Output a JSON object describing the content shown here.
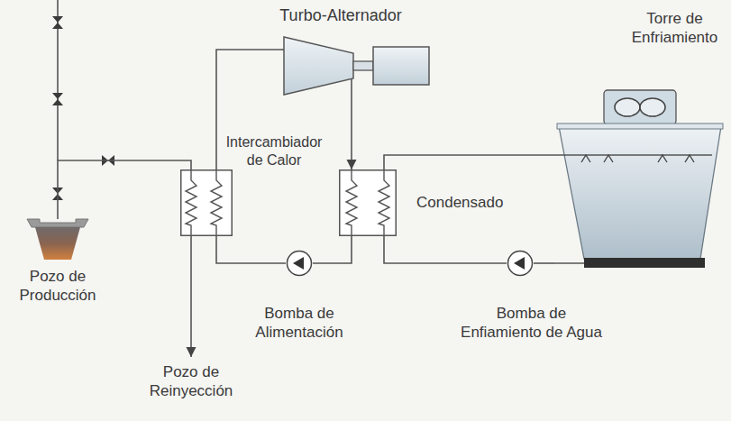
{
  "diagram": {
    "nodes": [
      {
        "text": [
          "Turbo-Alternador"
        ]
      },
      {
        "text": [
          "Torre de Enfriamiento"
        ]
      },
      {
        "text": [
          "Intercambiador de Calor"
        ]
      },
      {
        "text": [
          "Condensado"
        ]
      },
      {
        "text": [
          "Pozo de Producción"
        ]
      },
      {
        "text": [
          "Bomba de Alimentación"
        ]
      },
      {
        "text": [
          "Bomba de Enfiamiento de Agua"
        ]
      }
    ],
    "edges": [
      {
        "from": 4,
        "to": 2,
        "arrow": "none"
      },
      {
        "from": 2,
        "to": 0,
        "arrow": "none"
      },
      {
        "from": 0,
        "to": 3,
        "arrow": "to"
      },
      {
        "from": 3,
        "to": 5,
        "arrow": "none"
      },
      {
        "from": 5,
        "to": 2,
        "arrow": "none"
      },
      {
        "from": 3,
        "to": 1,
        "arrow": "none"
      },
      {
        "from": 1,
        "to": 6,
        "arrow": "none"
      },
      {
        "from": 6,
        "to": 3,
        "arrow": "none"
      }
    ],
    "labels": [
      "Pozo de Reinyección"
    ]
  }
}
